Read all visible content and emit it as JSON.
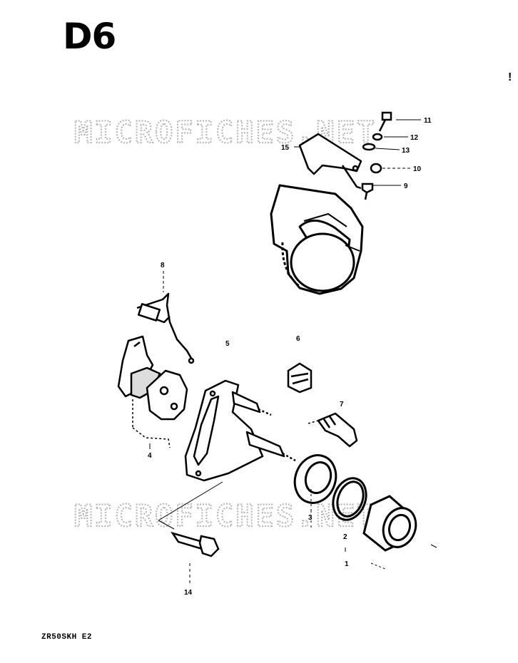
{
  "page": {
    "title": "D6",
    "footer_code": "ZR50SKH E2",
    "edge_mark": "!"
  },
  "watermark": {
    "text": "MICROFICHES.NET"
  },
  "callouts": [
    {
      "number": "1"
    },
    {
      "number": "2"
    },
    {
      "number": "3"
    },
    {
      "number": "4"
    },
    {
      "number": "5"
    },
    {
      "number": "6"
    },
    {
      "number": "7"
    },
    {
      "number": "8"
    },
    {
      "number": "9"
    },
    {
      "number": "10"
    },
    {
      "number": "11"
    },
    {
      "number": "12"
    },
    {
      "number": "13"
    },
    {
      "number": "14"
    },
    {
      "number": "15"
    }
  ]
}
